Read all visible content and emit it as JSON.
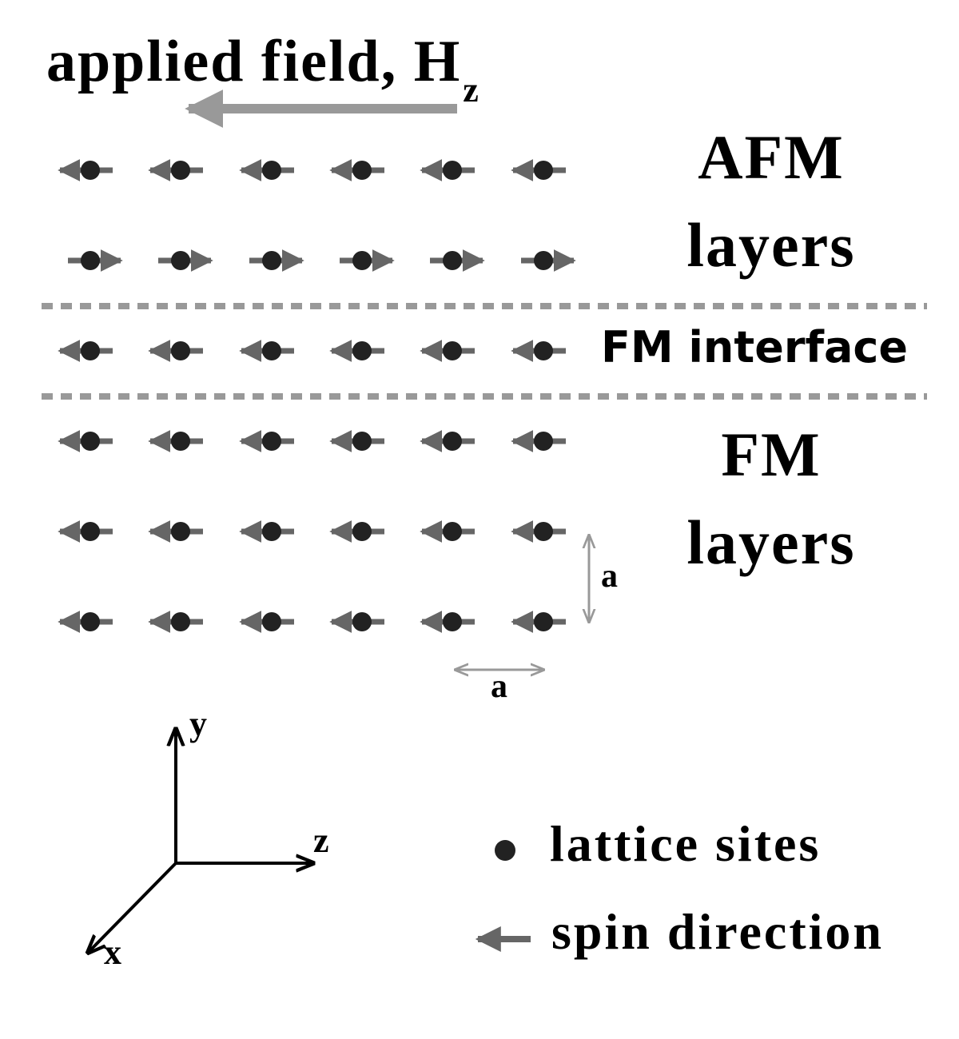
{
  "title": {
    "main": "applied field, H",
    "subscript": "z"
  },
  "regions": {
    "afm_line1": "AFM",
    "afm_line2": "layers",
    "interface": "FM interface",
    "fm_line1": "FM",
    "fm_line2": "layers"
  },
  "spacing": {
    "vertical": "a",
    "horizontal": "a"
  },
  "axes": {
    "y": "y",
    "z": "z",
    "x": "x"
  },
  "legend": {
    "sites": "lattice sites",
    "spin": "spin direction"
  },
  "lattice": {
    "rows": [
      {
        "layer": "AFM",
        "spin": "left"
      },
      {
        "layer": "AFM",
        "spin": "right"
      },
      {
        "layer": "FM interface",
        "spin": "left"
      },
      {
        "layer": "FM",
        "spin": "left"
      },
      {
        "layer": "FM",
        "spin": "left"
      },
      {
        "layer": "FM",
        "spin": "left"
      }
    ],
    "sites_per_row": 6
  },
  "colors": {
    "field_arrow": "#999999",
    "spin_arrow": "#666666",
    "site": "#222222",
    "dashed_line": "#999999",
    "dimension": "#999999",
    "axes": "#000000"
  }
}
